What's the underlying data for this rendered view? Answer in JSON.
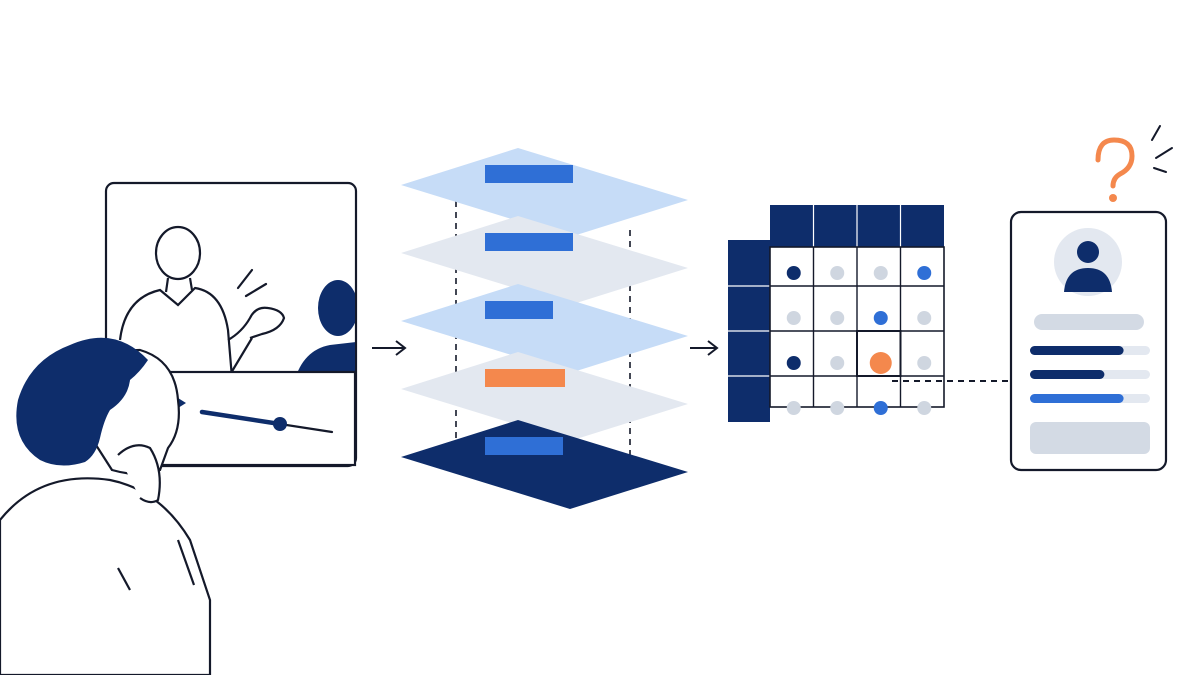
{
  "scene": {
    "colors": {
      "background": "#ffffff",
      "ink": "#14192a",
      "navy": "#0e2d6b",
      "blue": "#2f6fd6",
      "light_blue": "#c6dcf7",
      "pale_gray": "#e3e8f0",
      "gray_dot": "#cfd6e0",
      "orange": "#f4884d",
      "profile_gray": "#d3dae4"
    },
    "stages": [
      {
        "name": "video-viewing",
        "icons": [
          "viewer-person-icon",
          "video-player-icon",
          "presenter-icon",
          "play-icon",
          "progress-slider-icon"
        ]
      },
      {
        "name": "layer-stack",
        "layer_count": 5,
        "highlight_layer": 4
      },
      {
        "name": "attention-matrix",
        "highlight_cell": {
          "row": 3,
          "col": 3
        }
      },
      {
        "name": "profile-card",
        "icons": [
          "avatar-icon",
          "question-mark-icon"
        ]
      }
    ],
    "video": {
      "playback_progress": 0.6
    },
    "profile": {
      "bars": [
        {
          "fill": 0.78,
          "color": "navy"
        },
        {
          "fill": 0.62,
          "color": "navy"
        },
        {
          "fill": 0.78,
          "color": "blue"
        }
      ]
    },
    "matrix": {
      "dots": [
        [
          "navy",
          "gray",
          "gray",
          "blue"
        ],
        [
          "gray",
          "gray",
          "blue",
          "gray"
        ],
        [
          "navy",
          "gray",
          "orange",
          "gray"
        ],
        [
          "gray",
          "gray",
          "blue",
          "gray"
        ]
      ]
    }
  }
}
